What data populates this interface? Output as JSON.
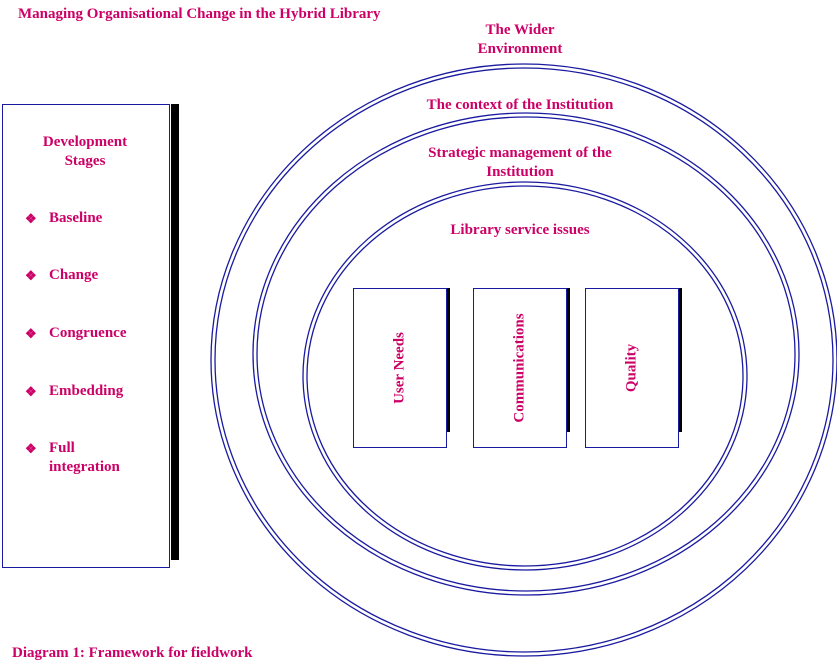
{
  "title": "Managing Organisational Change in the Hybrid Library",
  "caption": "Diagram 1:  Framework for fieldwork",
  "development": {
    "heading": "Development Stages",
    "bullet_icon": "diamond-bullet",
    "stages": [
      "Baseline",
      "Change",
      "Congruence",
      "Embedding",
      "Full\nintegration"
    ]
  },
  "rings": {
    "outer": "The  Wider\nEnvironment",
    "second": "The context of the Institution",
    "third": "Strategic management of the\nInstitution",
    "inner": "Library service issues"
  },
  "issues": [
    "User Needs",
    "Communications",
    "Quality"
  ],
  "colors": {
    "text": "#cc0066",
    "ring": "#1a1aa0",
    "shadow": "#000000"
  }
}
